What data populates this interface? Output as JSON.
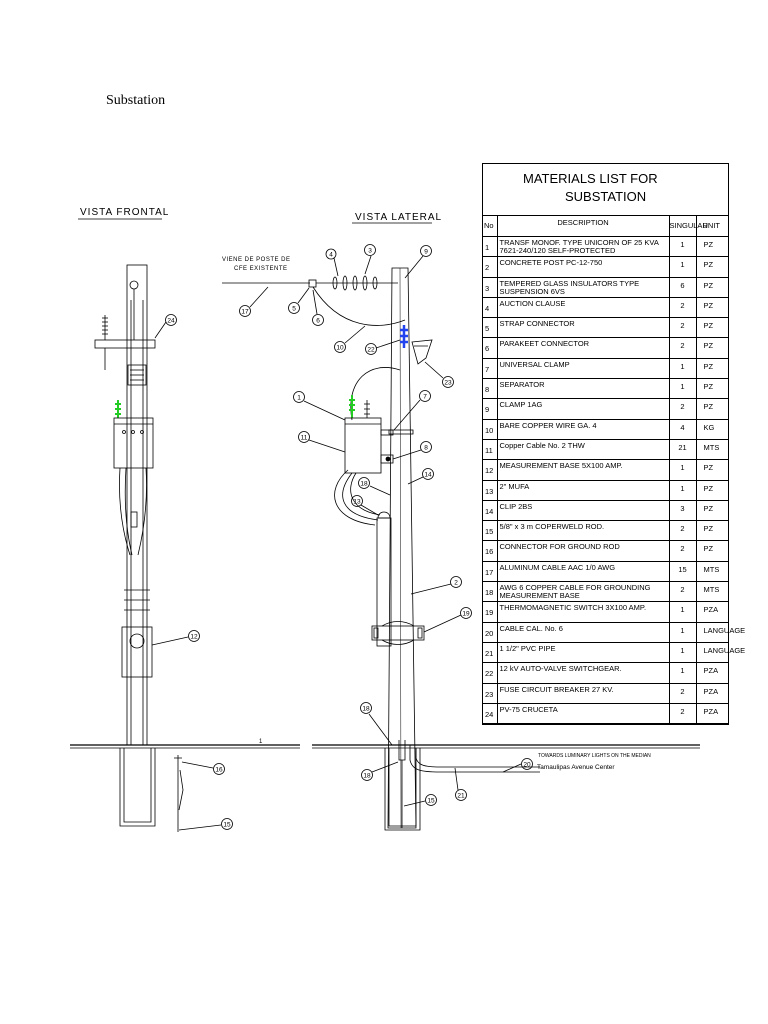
{
  "page": {
    "title": "Substation"
  },
  "drawing": {
    "front_view_label": "VISTA FRONTAL",
    "side_view_label": "VISTA LATERAL",
    "origin_note_line1": "VIENE DE POSTE DE",
    "origin_note_line2": "CFE EXISTENTE",
    "towards_note": "TOWARDS LUMINARY LIGHTS ON THE MEDIAN",
    "avenue_label": "Tamaulipas Avenue Center",
    "tick_mark": "1",
    "callouts": {
      "c24": "24",
      "c12": "12",
      "c16": "16",
      "c15": "15",
      "c17": "17",
      "c4": "4",
      "c3": "3",
      "c9": "9",
      "c5": "5",
      "c6": "6",
      "c10": "10",
      "c22": "22",
      "c23": "23",
      "c1": "1",
      "c7": "7",
      "c11": "11",
      "c8": "8",
      "c14": "14",
      "c13": "13",
      "c18": "18",
      "c2": "2",
      "c19": "19",
      "c18b": "18",
      "c18c": "18",
      "c20": "20",
      "c21": "21",
      "c15b": "15"
    },
    "colors": {
      "highlight_green": "#22cc22",
      "highlight_blue": "#2244ee"
    }
  },
  "materials": {
    "title_line1": "MATERIALS LIST FOR",
    "title_line2": "SUBSTATION",
    "headers": {
      "no": "No",
      "description": "DESCRIPTION",
      "qty": "SINGULAR",
      "unit": "UNIT"
    },
    "rows": [
      {
        "no": "1",
        "description": "TRANSF MONOF. TYPE UNICORN OF 25 KVA 7621-240/120 SELF-PROTECTED",
        "qty": "1",
        "unit": "PZ"
      },
      {
        "no": "2",
        "description": "CONCRETE POST PC-12-750",
        "qty": "1",
        "unit": "PZ"
      },
      {
        "no": "3",
        "description": "TEMPERED GLASS INSULATORS TYPE SUSPENSION 6VS",
        "qty": "6",
        "unit": "PZ"
      },
      {
        "no": "4",
        "description": "AUCTION CLAUSE",
        "qty": "2",
        "unit": "PZ"
      },
      {
        "no": "5",
        "description": "STRAP CONNECTOR",
        "qty": "2",
        "unit": "PZ"
      },
      {
        "no": "6",
        "description": "PARAKEET CONNECTOR",
        "qty": "2",
        "unit": "PZ"
      },
      {
        "no": "7",
        "description": "UNIVERSAL CLAMP",
        "qty": "1",
        "unit": "PZ"
      },
      {
        "no": "8",
        "description": "SEPARATOR",
        "qty": "1",
        "unit": "PZ"
      },
      {
        "no": "9",
        "description": "CLAMP 1AG",
        "qty": "2",
        "unit": "PZ"
      },
      {
        "no": "10",
        "description": "BARE COPPER WIRE GA. 4",
        "qty": "4",
        "unit": "KG"
      },
      {
        "no": "11",
        "description": "Copper Cable No. 2 THW",
        "qty": "21",
        "unit": "MTS"
      },
      {
        "no": "12",
        "description": "MEASUREMENT BASE 5X100 AMP.",
        "qty": "1",
        "unit": "PZ"
      },
      {
        "no": "13",
        "description": "2\" MUFA",
        "qty": "1",
        "unit": "PZ"
      },
      {
        "no": "14",
        "description": "CLIP 2BS",
        "qty": "3",
        "unit": "PZ"
      },
      {
        "no": "15",
        "description": "5/8\" x 3 m COPERWELD ROD.",
        "qty": "2",
        "unit": "PZ"
      },
      {
        "no": "16",
        "description": "CONNECTOR FOR GROUND ROD",
        "qty": "2",
        "unit": "PZ"
      },
      {
        "no": "17",
        "description": "ALUMINUM CABLE AAC 1/0 AWG",
        "qty": "15",
        "unit": "MTS"
      },
      {
        "no": "18",
        "description": "AWG 6 COPPER CABLE FOR GROUNDING MEASUREMENT BASE",
        "qty": "2",
        "unit": "MTS"
      },
      {
        "no": "19",
        "description": "THERMOMAGNETIC SWITCH 3X100 AMP.",
        "qty": "1",
        "unit": "PZA"
      },
      {
        "no": "20",
        "description": "CABLE CAL. No. 6",
        "qty": "1",
        "unit": "LANGUAGE"
      },
      {
        "no": "21",
        "description": "1 1/2\" PVC PIPE",
        "qty": "1",
        "unit": "LANGUAGE"
      },
      {
        "no": "22",
        "description": "12 kV AUTO-VALVE SWITCHGEAR.",
        "qty": "1",
        "unit": "PZA"
      },
      {
        "no": "23",
        "description": "FUSE CIRCUIT BREAKER 27 KV.",
        "qty": "2",
        "unit": "PZA"
      },
      {
        "no": "24",
        "description": "PV-75 CRUCETA",
        "qty": "2",
        "unit": "PZA"
      }
    ]
  }
}
